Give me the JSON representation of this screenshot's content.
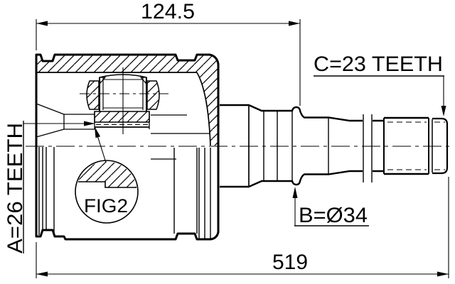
{
  "drawing": {
    "dim_housing_length": "124.5",
    "dim_overall_length": "519",
    "label_spline_a": "A=26 TEETH",
    "label_diameter_b": "B=Ø34",
    "label_spline_c": "C=23 TEETH",
    "label_detail": "FIG2"
  },
  "colors": {
    "line": "#000000",
    "background": "#ffffff"
  }
}
